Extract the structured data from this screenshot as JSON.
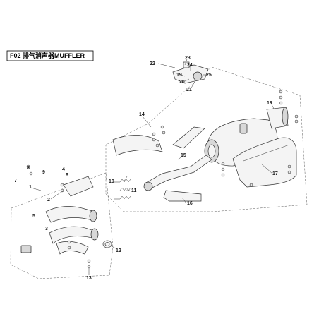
{
  "title": {
    "label": "F02 排气消声器MUFFLER"
  },
  "callouts": [
    "1",
    "2",
    "3",
    "4",
    "5",
    "6",
    "7",
    "8",
    "9",
    "10",
    "11",
    "12",
    "13",
    "14",
    "15",
    "16",
    "17",
    "18",
    "19",
    "20",
    "21",
    "22",
    "23",
    "24",
    "25"
  ]
}
